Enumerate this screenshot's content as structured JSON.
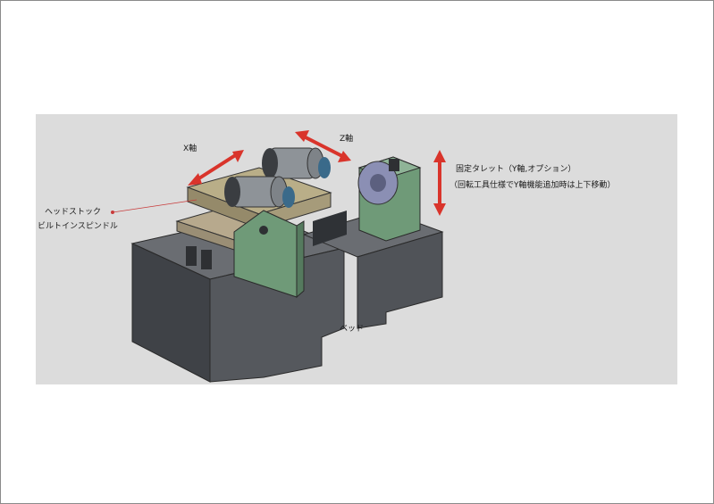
{
  "labels": {
    "x_axis": "X軸",
    "z_axis": "Z軸",
    "headstock_line1": "ヘッドストック",
    "headstock_line2": "ビルトインスピンドル",
    "turret_line1": "固定タレット（Y軸,オプション）",
    "turret_line2": "（回転工具仕様でY軸機能追加時は上下移動）",
    "bed": "ベッド"
  },
  "colors": {
    "bed": "#4a4d52",
    "headstock_green": "#6f9a78",
    "arrow_red": "#d9342b",
    "background": "#dcdcdc"
  }
}
